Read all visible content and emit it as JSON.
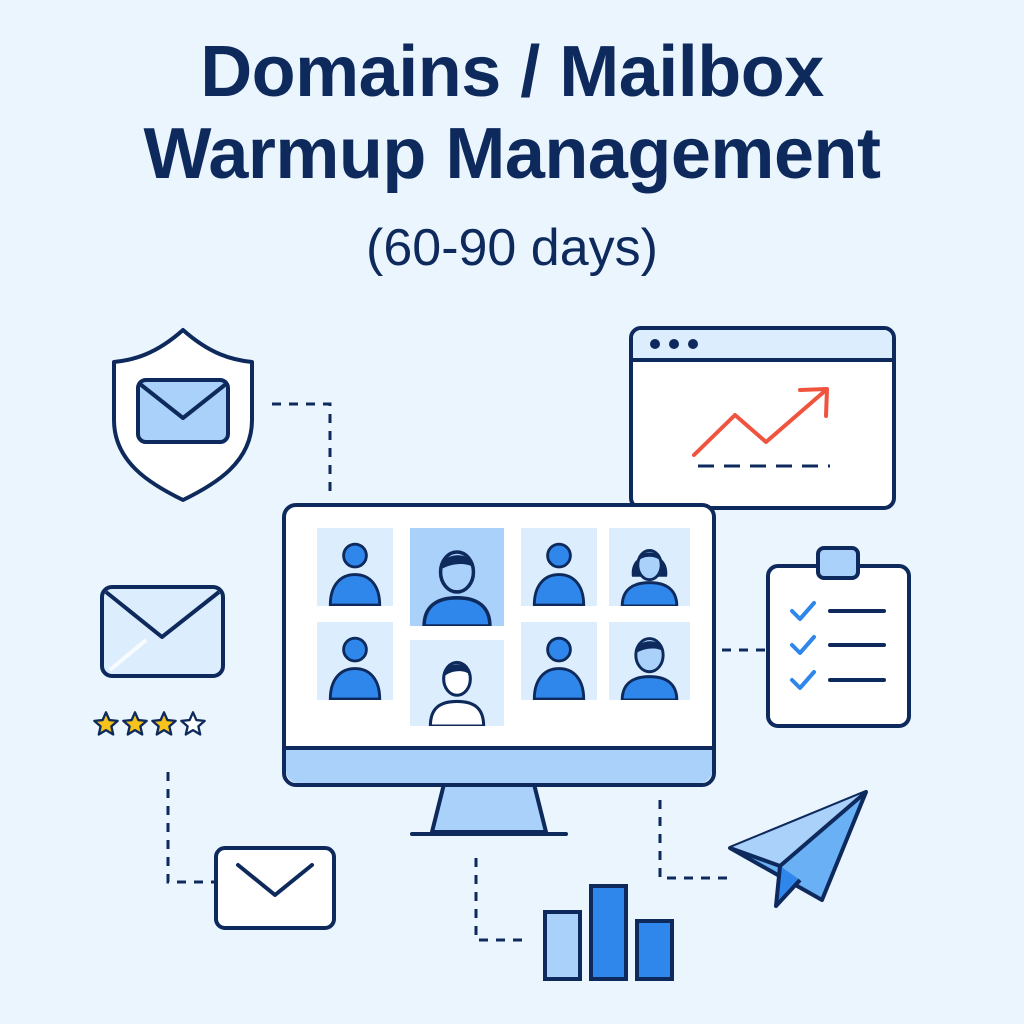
{
  "title": {
    "line1": "Domains / Mailbox",
    "line2": "Warmup Management",
    "subtitle": "(60-90 days)"
  },
  "rating": {
    "value": 3,
    "max": 4
  },
  "colors": {
    "background": "#EAF5FE",
    "navy": "#0E2A5C",
    "blue": "#2F86EB",
    "light_blue": "#A9D1FA",
    "pale_blue": "#DCEEFD",
    "trend_red": "#F0533E",
    "star_gold": "#F6C21B"
  },
  "icons": [
    "shield-mail-icon",
    "browser-chart-icon",
    "video-conference-monitor-icon",
    "mail-envelope-icon",
    "star-rating-icon",
    "clipboard-checklist-icon",
    "paper-plane-icon",
    "bar-chart-icon"
  ]
}
